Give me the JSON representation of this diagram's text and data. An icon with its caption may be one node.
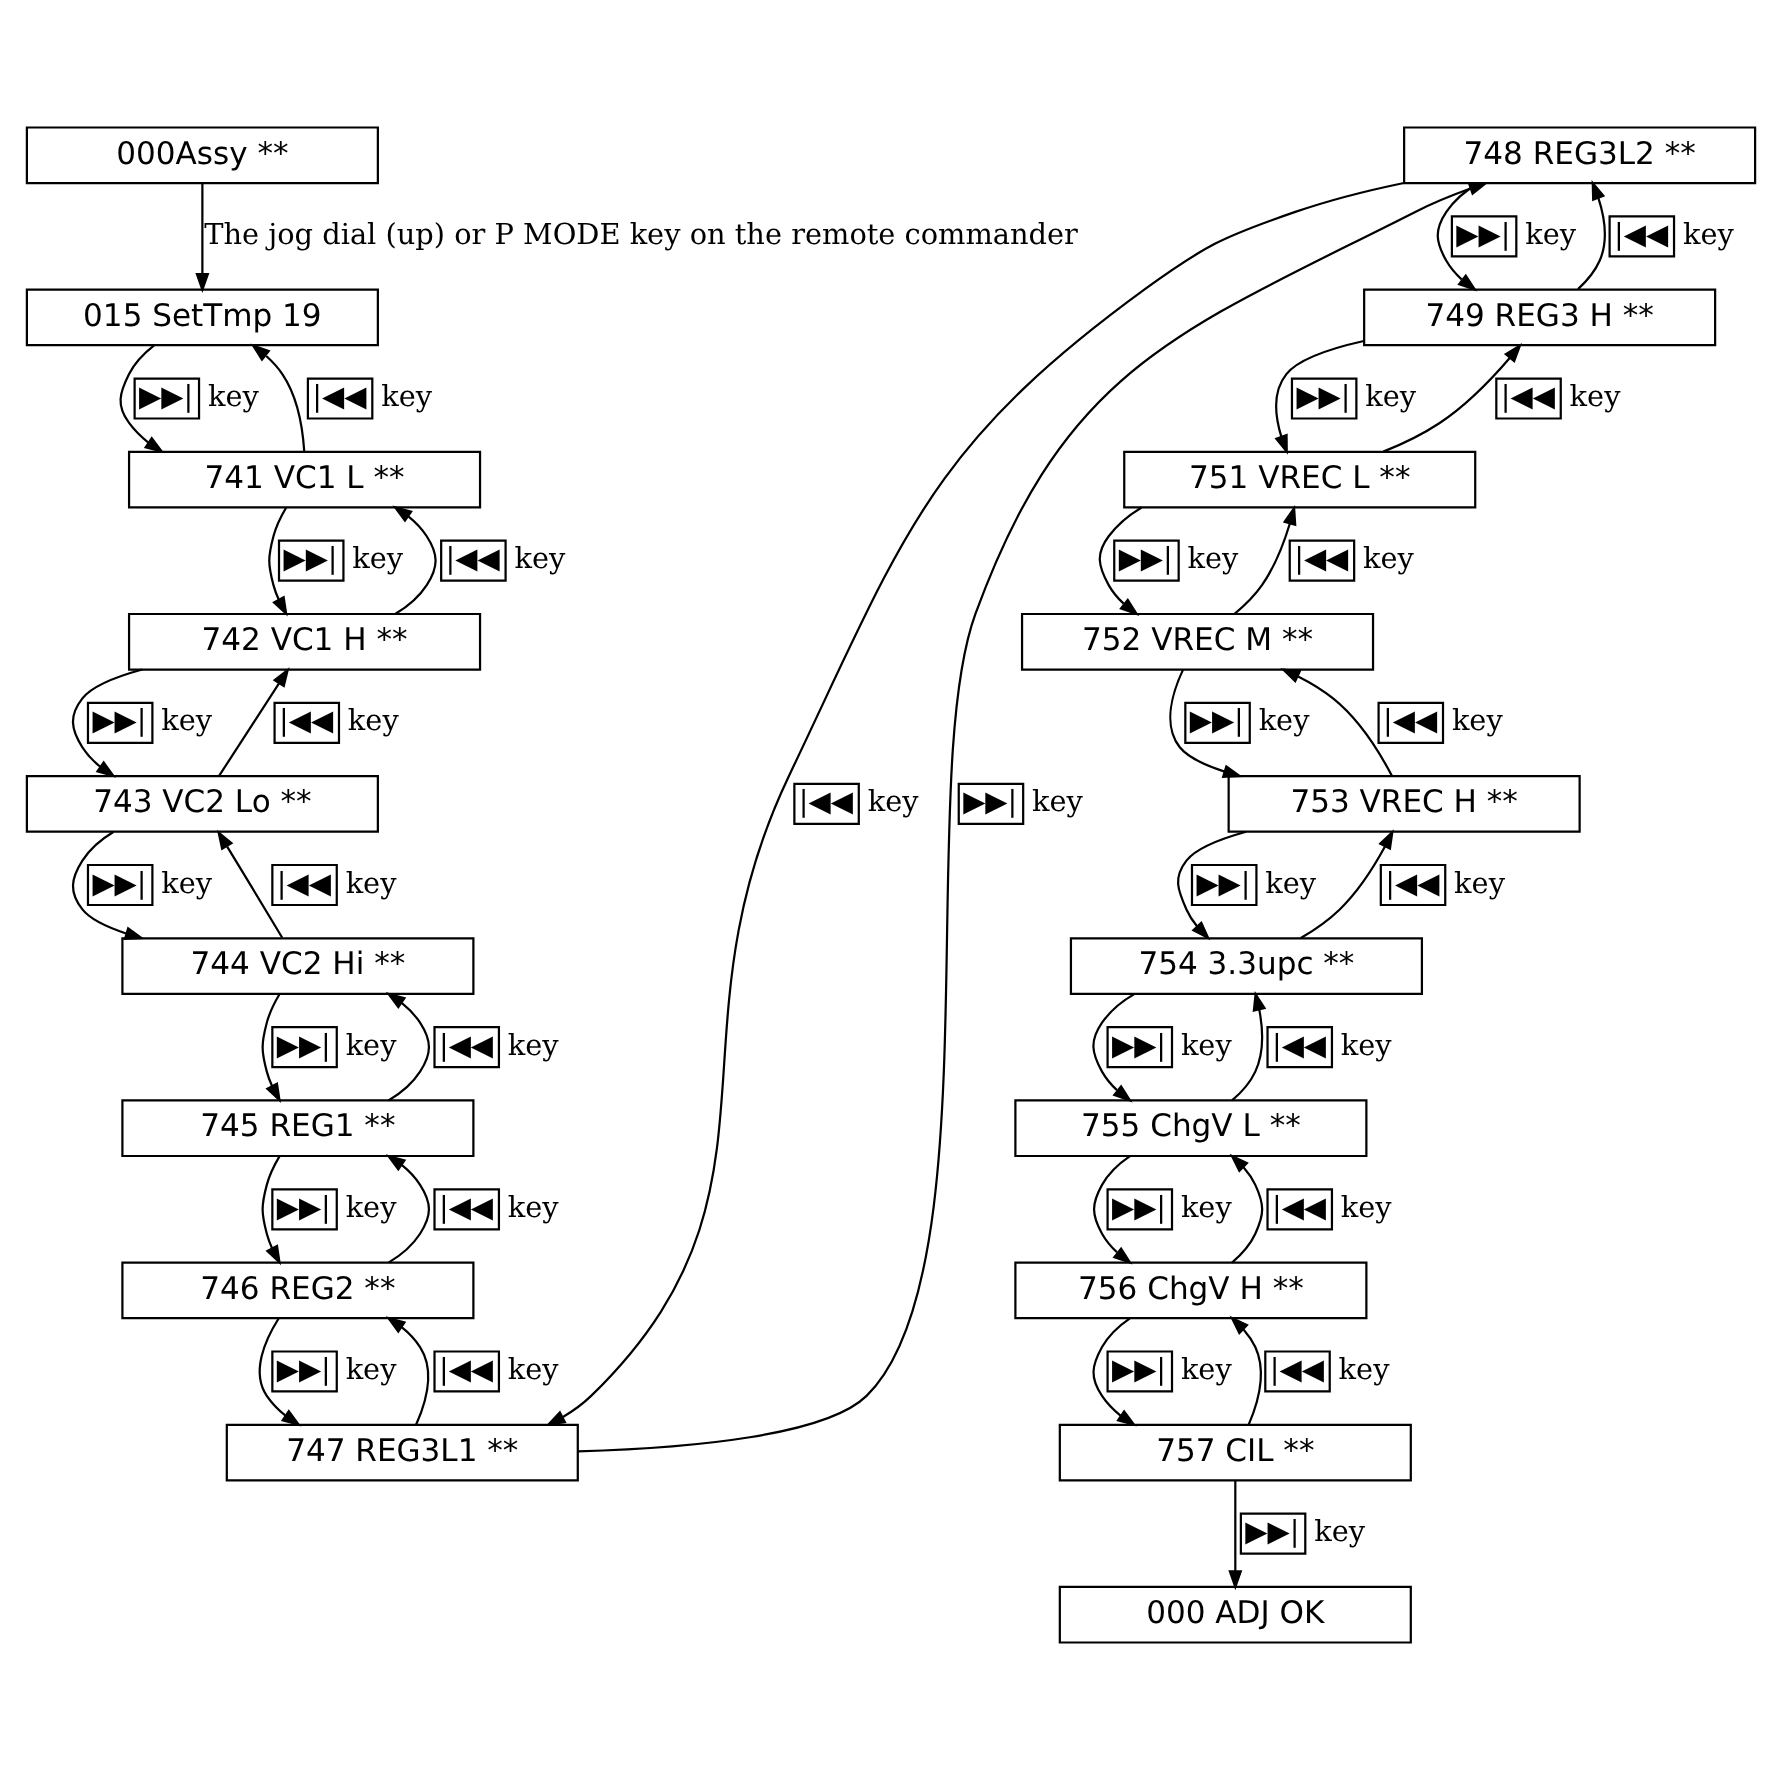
{
  "diagram": {
    "nodes": [
      {
        "text": [
          "000Assy **"
        ]
      },
      {
        "text": [
          "015 SetTmp 19"
        ]
      },
      {
        "text": [
          "741 VC1 L **"
        ]
      },
      {
        "text": [
          "742 VC1 H **"
        ]
      },
      {
        "text": [
          "743 VC2 Lo **"
        ]
      },
      {
        "text": [
          "744 VC2 Hi **"
        ]
      },
      {
        "text": [
          "745 REG1 **"
        ]
      },
      {
        "text": [
          "746 REG2 **"
        ]
      },
      {
        "text": [
          "747 REG3L1 **"
        ]
      },
      {
        "text": [
          "748 REG3L2 **"
        ]
      },
      {
        "text": [
          "749 REG3 H **"
        ]
      },
      {
        "text": [
          "751 VREC L **"
        ]
      },
      {
        "text": [
          "752 VREC M **"
        ]
      },
      {
        "text": [
          "753 VREC H **"
        ]
      },
      {
        "text": [
          "754 3.3upc **"
        ]
      },
      {
        "text": [
          "755 ChgV L **"
        ]
      },
      {
        "text": [
          "756 ChgV H **"
        ]
      },
      {
        "text": [
          "757 CIL **"
        ]
      },
      {
        "text": [
          "000 ADJ OK"
        ]
      }
    ],
    "edges": [
      {
        "from": 0,
        "to": 1,
        "arrow": "to",
        "label": "The jog dial (up) or P MODE key on the remote commander"
      },
      {
        "from": 1,
        "to": 2,
        "arrow": "to",
        "label": "▶▶| key"
      },
      {
        "from": 2,
        "to": 1,
        "arrow": "to",
        "label": "|◀◀ key"
      },
      {
        "from": 2,
        "to": 3,
        "arrow": "to",
        "label": "▶▶| key"
      },
      {
        "from": 3,
        "to": 2,
        "arrow": "to",
        "label": "|◀◀ key"
      },
      {
        "from": 3,
        "to": 4,
        "arrow": "to",
        "label": "▶▶| key"
      },
      {
        "from": 4,
        "to": 3,
        "arrow": "to",
        "label": "|◀◀ key"
      },
      {
        "from": 4,
        "to": 5,
        "arrow": "to",
        "label": "▶▶| key"
      },
      {
        "from": 5,
        "to": 4,
        "arrow": "to",
        "label": "|◀◀ key"
      },
      {
        "from": 5,
        "to": 6,
        "arrow": "to",
        "label": "▶▶| key"
      },
      {
        "from": 6,
        "to": 5,
        "arrow": "to",
        "label": "|◀◀ key"
      },
      {
        "from": 6,
        "to": 7,
        "arrow": "to",
        "label": "▶▶| key"
      },
      {
        "from": 7,
        "to": 6,
        "arrow": "to",
        "label": "|◀◀ key"
      },
      {
        "from": 7,
        "to": 8,
        "arrow": "to",
        "label": "▶▶| key"
      },
      {
        "from": 8,
        "to": 7,
        "arrow": "to",
        "label": "|◀◀ key"
      },
      {
        "from": 8,
        "to": 9,
        "arrow": "to",
        "label": "▶▶| key"
      },
      {
        "from": 9,
        "to": 8,
        "arrow": "to",
        "label": "|◀◀ key"
      },
      {
        "from": 9,
        "to": 10,
        "arrow": "to",
        "label": "▶▶| key"
      },
      {
        "from": 10,
        "to": 9,
        "arrow": "to",
        "label": "|◀◀ key"
      },
      {
        "from": 10,
        "to": 11,
        "arrow": "to",
        "label": "▶▶| key"
      },
      {
        "from": 11,
        "to": 10,
        "arrow": "to",
        "label": "|◀◀ key"
      },
      {
        "from": 11,
        "to": 12,
        "arrow": "to",
        "label": "▶▶| key"
      },
      {
        "from": 12,
        "to": 11,
        "arrow": "to",
        "label": "|◀◀ key"
      },
      {
        "from": 12,
        "to": 13,
        "arrow": "to",
        "label": "▶▶| key"
      },
      {
        "from": 13,
        "to": 12,
        "arrow": "to",
        "label": "|◀◀ key"
      },
      {
        "from": 13,
        "to": 14,
        "arrow": "to",
        "label": "▶▶| key"
      },
      {
        "from": 14,
        "to": 13,
        "arrow": "to",
        "label": "|◀◀ key"
      },
      {
        "from": 14,
        "to": 15,
        "arrow": "to",
        "label": "▶▶| key"
      },
      {
        "from": 15,
        "to": 14,
        "arrow": "to",
        "label": "|◀◀ key"
      },
      {
        "from": 15,
        "to": 16,
        "arrow": "to",
        "label": "▶▶| key"
      },
      {
        "from": 16,
        "to": 15,
        "arrow": "to",
        "label": "|◀◀ key"
      },
      {
        "from": 16,
        "to": 17,
        "arrow": "to",
        "label": "▶▶| key"
      },
      {
        "from": 17,
        "to": 16,
        "arrow": "to",
        "label": "|◀◀ key"
      },
      {
        "from": 17,
        "to": 18,
        "arrow": "to",
        "label": "▶▶| key"
      }
    ]
  }
}
